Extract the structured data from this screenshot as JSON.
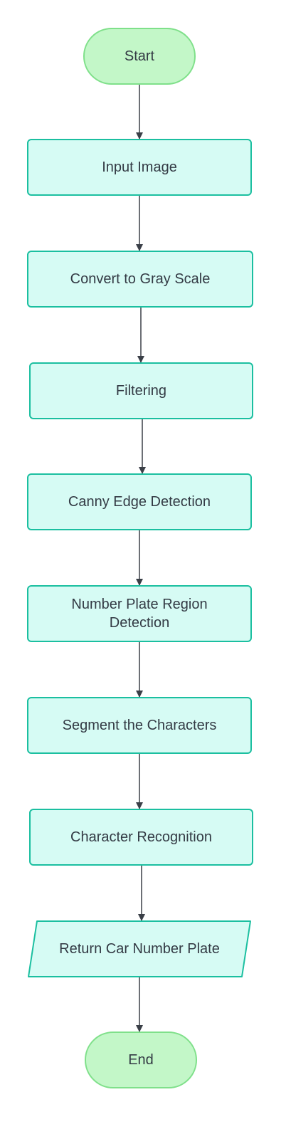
{
  "diagram": {
    "type": "flowchart",
    "colors": {
      "terminal_fill": "#c3f7c8",
      "terminal_stroke": "#7fe08a",
      "process_fill": "#d6fbf4",
      "process_stroke": "#1bbfa0",
      "text": "#333a44",
      "arrow": "#3a3f47"
    },
    "nodes": [
      {
        "id": "start",
        "shape": "terminal",
        "lines": [
          "Start"
        ]
      },
      {
        "id": "input-image",
        "shape": "process",
        "lines": [
          "Input Image"
        ]
      },
      {
        "id": "convert-gray",
        "shape": "process",
        "lines": [
          "Convert to Gray Scale"
        ]
      },
      {
        "id": "filtering",
        "shape": "process",
        "lines": [
          "Filtering"
        ]
      },
      {
        "id": "canny-edge",
        "shape": "process",
        "lines": [
          "Canny Edge Detection"
        ]
      },
      {
        "id": "plate-region",
        "shape": "process",
        "lines": [
          "Number Plate Region",
          "Detection"
        ]
      },
      {
        "id": "segment-chars",
        "shape": "process",
        "lines": [
          "Segment the Characters"
        ]
      },
      {
        "id": "char-recognition",
        "shape": "process",
        "lines": [
          "Character Recognition"
        ]
      },
      {
        "id": "return-plate",
        "shape": "io",
        "lines": [
          "Return Car Number Plate"
        ]
      },
      {
        "id": "end",
        "shape": "terminal",
        "lines": [
          "End"
        ]
      }
    ],
    "edges": [
      {
        "from": "start",
        "to": "input-image"
      },
      {
        "from": "input-image",
        "to": "convert-gray"
      },
      {
        "from": "convert-gray",
        "to": "filtering"
      },
      {
        "from": "filtering",
        "to": "canny-edge"
      },
      {
        "from": "canny-edge",
        "to": "plate-region"
      },
      {
        "from": "plate-region",
        "to": "segment-chars"
      },
      {
        "from": "segment-chars",
        "to": "char-recognition"
      },
      {
        "from": "char-recognition",
        "to": "return-plate"
      },
      {
        "from": "return-plate",
        "to": "end"
      }
    ]
  }
}
